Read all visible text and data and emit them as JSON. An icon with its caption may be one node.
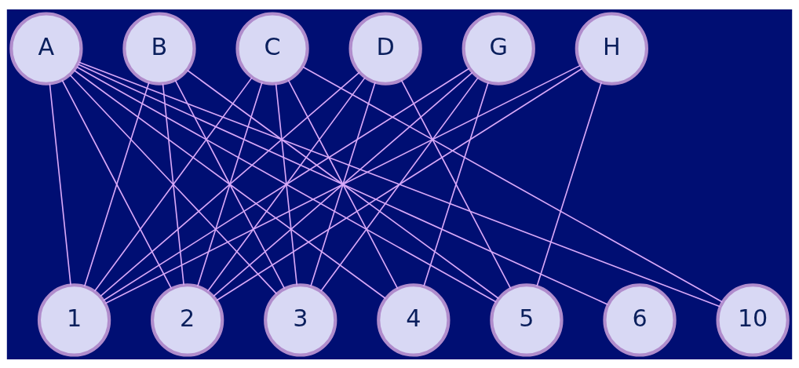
{
  "diagram": {
    "nodes": [
      {
        "text": [
          "A"
        ]
      },
      {
        "text": [
          "B"
        ]
      },
      {
        "text": [
          "C"
        ]
      },
      {
        "text": [
          "D"
        ]
      },
      {
        "text": [
          "G"
        ]
      },
      {
        "text": [
          "H"
        ]
      },
      {
        "text": [
          "1"
        ]
      },
      {
        "text": [
          "2"
        ]
      },
      {
        "text": [
          "3"
        ]
      },
      {
        "text": [
          "4"
        ]
      },
      {
        "text": [
          "5"
        ]
      },
      {
        "text": [
          "6"
        ]
      },
      {
        "text": [
          "10"
        ]
      }
    ],
    "edges": [
      {
        "from": 0,
        "to": 6,
        "arrow": "none"
      },
      {
        "from": 0,
        "to": 7,
        "arrow": "none"
      },
      {
        "from": 0,
        "to": 8,
        "arrow": "none"
      },
      {
        "from": 0,
        "to": 9,
        "arrow": "none"
      },
      {
        "from": 0,
        "to": 10,
        "arrow": "none"
      },
      {
        "from": 0,
        "to": 11,
        "arrow": "none"
      },
      {
        "from": 0,
        "to": 12,
        "arrow": "none"
      },
      {
        "from": 1,
        "to": 6,
        "arrow": "none"
      },
      {
        "from": 1,
        "to": 7,
        "arrow": "none"
      },
      {
        "from": 1,
        "to": 8,
        "arrow": "none"
      },
      {
        "from": 1,
        "to": 10,
        "arrow": "none"
      },
      {
        "from": 2,
        "to": 6,
        "arrow": "none"
      },
      {
        "from": 2,
        "to": 7,
        "arrow": "none"
      },
      {
        "from": 2,
        "to": 8,
        "arrow": "none"
      },
      {
        "from": 2,
        "to": 9,
        "arrow": "none"
      },
      {
        "from": 2,
        "to": 12,
        "arrow": "none"
      },
      {
        "from": 3,
        "to": 6,
        "arrow": "none"
      },
      {
        "from": 3,
        "to": 7,
        "arrow": "none"
      },
      {
        "from": 3,
        "to": 8,
        "arrow": "none"
      },
      {
        "from": 3,
        "to": 10,
        "arrow": "none"
      },
      {
        "from": 4,
        "to": 6,
        "arrow": "none"
      },
      {
        "from": 4,
        "to": 7,
        "arrow": "none"
      },
      {
        "from": 4,
        "to": 8,
        "arrow": "none"
      },
      {
        "from": 4,
        "to": 9,
        "arrow": "none"
      },
      {
        "from": 5,
        "to": 6,
        "arrow": "none"
      },
      {
        "from": 5,
        "to": 7,
        "arrow": "none"
      },
      {
        "from": 5,
        "to": 10,
        "arrow": "none"
      }
    ]
  }
}
